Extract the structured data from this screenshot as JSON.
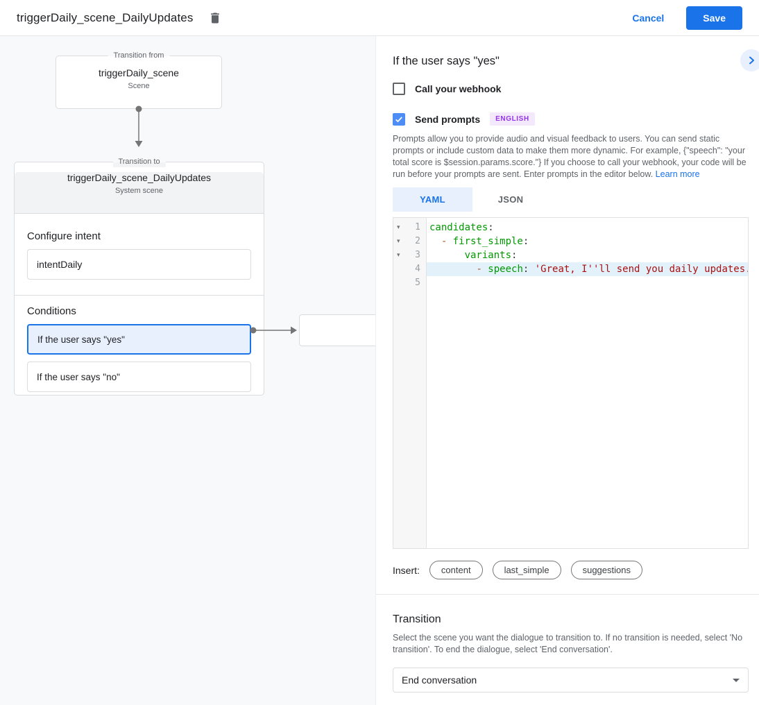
{
  "colors": {
    "accent_blue": "#1a73e8",
    "selected_condition_bg": "#e8f0fe",
    "badge_bg": "#f4e8fd",
    "badge_text": "#9334e6",
    "code_key": "#009900",
    "code_string": "#aa1111",
    "highlight_line_bg": "#e3f1fb"
  },
  "icons": {
    "fold": "▾"
  },
  "header": {
    "title": "triggerDaily_scene_DailyUpdates",
    "cancel_label": "Cancel",
    "save_label": "Save"
  },
  "diagram": {
    "from_box": {
      "legend": "Transition from",
      "title": "triggerDaily_scene",
      "subtitle": "Scene"
    },
    "to_box": {
      "legend": "Transition to",
      "title": "triggerDaily_scene_DailyUpdates",
      "subtitle": "System scene"
    },
    "configure_intent": {
      "heading": "Configure intent",
      "value": "intentDaily"
    },
    "conditions": {
      "heading": "Conditions",
      "items": [
        {
          "label": "If the user says \"yes\"",
          "selected": true
        },
        {
          "label": "If the user says \"no\"",
          "selected": false
        }
      ]
    }
  },
  "panel": {
    "title": "If the user says \"yes\"",
    "webhook_checkbox": {
      "label": "Call your webhook",
      "checked": false
    },
    "prompts_checkbox": {
      "label": "Send prompts",
      "checked": true,
      "badge": "ENGLISH"
    },
    "description": "Prompts allow you to provide audio and visual feedback to users. You can send static prompts or include custom data to make them more dynamic. For example, {\"speech\": \"your total score is $session.params.score.\"} If you choose to call your webhook, your code will be run before your prompts are sent. Enter prompts in the editor below. ",
    "learn_more": "Learn more",
    "tabs": [
      {
        "label": "YAML",
        "selected": true
      },
      {
        "label": "JSON",
        "selected": false
      }
    ],
    "editor": {
      "lines": [
        {
          "number": 1,
          "fold": true,
          "highlight": false,
          "tokens": [
            {
              "t": "candidates",
              "c": "key"
            },
            {
              "t": ":",
              "c": "plain"
            }
          ]
        },
        {
          "number": 2,
          "fold": true,
          "highlight": false,
          "tokens": [
            {
              "t": "  ",
              "c": "plain"
            },
            {
              "t": "- ",
              "c": "dash"
            },
            {
              "t": "first_simple",
              "c": "key"
            },
            {
              "t": ":",
              "c": "plain"
            }
          ]
        },
        {
          "number": 3,
          "fold": true,
          "highlight": false,
          "tokens": [
            {
              "t": "      ",
              "c": "plain"
            },
            {
              "t": "variants",
              "c": "key"
            },
            {
              "t": ":",
              "c": "plain"
            }
          ]
        },
        {
          "number": 4,
          "fold": false,
          "highlight": true,
          "tokens": [
            {
              "t": "        ",
              "c": "plain"
            },
            {
              "t": "- ",
              "c": "dash"
            },
            {
              "t": "speech",
              "c": "key"
            },
            {
              "t": ": ",
              "c": "plain"
            },
            {
              "t": "'Great, I''ll send you daily updates.'",
              "c": "str"
            }
          ]
        },
        {
          "number": 5,
          "fold": false,
          "highlight": false,
          "tokens": []
        }
      ]
    },
    "insert": {
      "label": "Insert:",
      "pills": [
        "content",
        "last_simple",
        "suggestions"
      ]
    },
    "transition": {
      "heading": "Transition",
      "description": "Select the scene you want the dialogue to transition to. If no transition is needed, select 'No transition'. To end the dialogue, select 'End conversation'.",
      "dropdown_value": "End conversation"
    }
  }
}
